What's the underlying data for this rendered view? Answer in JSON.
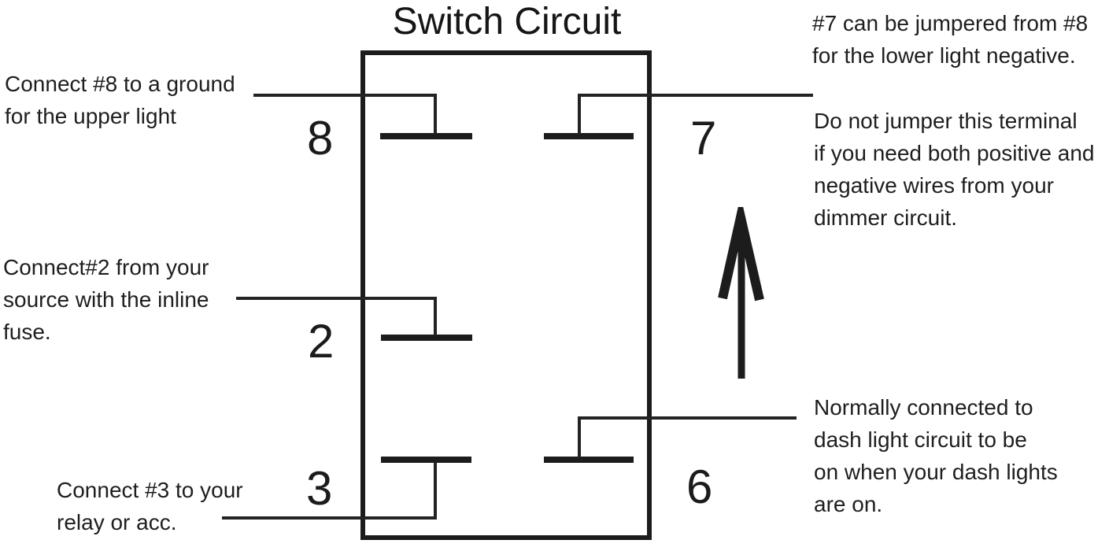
{
  "title": "Switch Circuit",
  "terminals": [
    {
      "label": "8"
    },
    {
      "label": "7"
    },
    {
      "label": "2"
    },
    {
      "label": "3"
    },
    {
      "label": "6"
    }
  ],
  "annotations": [
    {
      "text": "Connect #8 to a ground\nfor the upper light"
    },
    {
      "text": "#7 can be jumpered from #8\nfor the lower light negative."
    },
    {
      "text": "Do not jumper this terminal\nif you need both positive and\nnegative wires from your\ndimmer circuit."
    },
    {
      "text": "Connect#2 from your\nsource with the inline\nfuse."
    },
    {
      "text": "Connect #3 to your\nrelay or acc."
    },
    {
      "text": "Normally connected to\ndash light circuit to be\non when your dash lights\nare on."
    }
  ],
  "icons": {
    "direction_arrow": "up-arrow"
  },
  "colors": {
    "ink": "#1c1c1c",
    "background": "#ffffff"
  }
}
